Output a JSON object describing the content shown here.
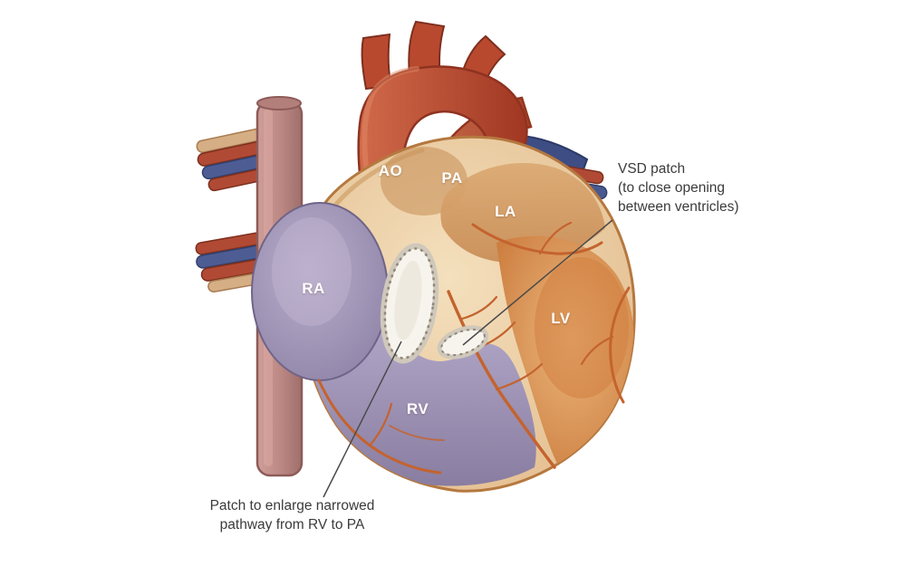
{
  "figure": {
    "title": "Heart cross-section diagram with surgical patches",
    "labels": {
      "ao": "AO",
      "pa": "PA",
      "la": "LA",
      "ra": "RA",
      "lv": "LV",
      "rv": "RV"
    },
    "annotations": {
      "vsd_patch": "VSD patch\n(to close opening\nbetween ventricles)",
      "rvot_patch": "Patch to enlarge narrowed\npathway from RV to PA"
    },
    "colors": {
      "aorta_red": "#b5452c",
      "pulmonary_red": "#bf5538",
      "myocardium_tan": "#eed3ab",
      "myocardium_border": "#b5783f",
      "chamber_purple": "#9c90b4",
      "lv_orange": "#dd9a62",
      "la_tan": "#d2a06a",
      "vein_blue": "#3e4e84",
      "vessel_mauve": "#c08e8a",
      "coronary_orange": "#c4632e",
      "patch_white": "#f7f4ee",
      "stitch_gray": "#8f8678",
      "annotation_text": "#3b3b3b",
      "leader_line": "#4a4a4a"
    }
  }
}
